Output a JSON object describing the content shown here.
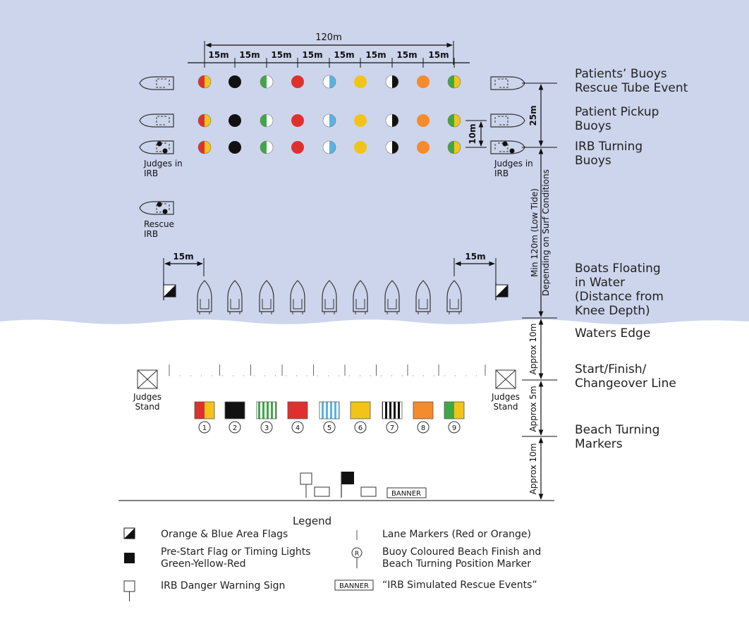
{
  "dims": {
    "total": "120m",
    "spacing": [
      "15m",
      "15m",
      "15m",
      "15m",
      "15m",
      "15m",
      "15m",
      "15m"
    ],
    "flag_left": "15m",
    "flag_right": "15m",
    "d_25": "25m",
    "d_10": "10m",
    "min_120_a": "Min 120m (Low Tide)",
    "min_120_b": "Depending on Surf Conditions",
    "approx_10_a": "Approx 10m",
    "approx_5": "Approx 5m",
    "approx_10_b": "Approx 10m"
  },
  "water_labels": {
    "judges_irb_left_1": "Judges in",
    "judges_irb_left_2": "IRB",
    "judges_irb_right_1": "Judges in",
    "judges_irb_right_2": "IRB",
    "rescue_irb_1": "Rescue",
    "rescue_irb_2": "IRB"
  },
  "beach_labels": {
    "judges_stand_left_1": "Judges",
    "judges_stand_left_2": "Stand",
    "judges_stand_right_1": "Judges",
    "judges_stand_right_2": "Stand",
    "banner": "BANNER"
  },
  "lane_numbers": [
    "1",
    "2",
    "3",
    "4",
    "5",
    "6",
    "7",
    "8",
    "9"
  ],
  "right_labels": [
    {
      "key": "patients",
      "text": "Patients’ Buoys\nRescue Tube Event"
    },
    {
      "key": "pickup",
      "text": "Patient Pickup\nBuoys"
    },
    {
      "key": "irb_turning",
      "text": "IRB Turning\nBuoys"
    },
    {
      "key": "boats",
      "text": "Boats Floating\nin Water\n(Distance from\nKnee Depth)"
    },
    {
      "key": "waters_edge",
      "text": "Waters Edge"
    },
    {
      "key": "start_finish",
      "text": "Start/Finish/\nChangeover Line"
    },
    {
      "key": "beach_turning",
      "text": "Beach Turning\nMarkers"
    }
  ],
  "legend": {
    "title": "Legend",
    "area_flags": "Orange & Blue Area Flags",
    "prestart": "Pre-Start Flag or Timing Lights\nGreen-Yellow-Red",
    "danger": "IRB Danger Warning Sign",
    "lane_markers": "Lane Markers (Red or Orange)",
    "buoy_marker_symbol": "R",
    "buoy_marker": "Buoy Coloured Beach Finish and\nBeach Turning Position Marker",
    "banner_symbol": "BANNER",
    "banner": "“IRB Simulated Rescue Events”"
  },
  "colors": {
    "water": "#cdd5ec",
    "sand": "#ffffff",
    "red": "#e0302e",
    "yellow": "#f2c418",
    "green": "#3ea843",
    "blue": "#5ab2e2",
    "orange": "#f58b2b",
    "black": "#111111"
  },
  "lanes": [
    {
      "n": 1,
      "buoy": "red-yellow-split",
      "marker": "red-yellow"
    },
    {
      "n": 2,
      "buoy": "black",
      "marker": "black"
    },
    {
      "n": 3,
      "buoy": "green-white-split",
      "marker": "green-white-stripes"
    },
    {
      "n": 4,
      "buoy": "red",
      "marker": "red"
    },
    {
      "n": 5,
      "buoy": "blue-white-split",
      "marker": "blue-white-stripes"
    },
    {
      "n": 6,
      "buoy": "yellow",
      "marker": "yellow"
    },
    {
      "n": 7,
      "buoy": "black-white-split",
      "marker": "black-white-stripes"
    },
    {
      "n": 8,
      "buoy": "orange",
      "marker": "orange"
    },
    {
      "n": 9,
      "buoy": "green-yellow-split",
      "marker": "green-yellow"
    }
  ]
}
